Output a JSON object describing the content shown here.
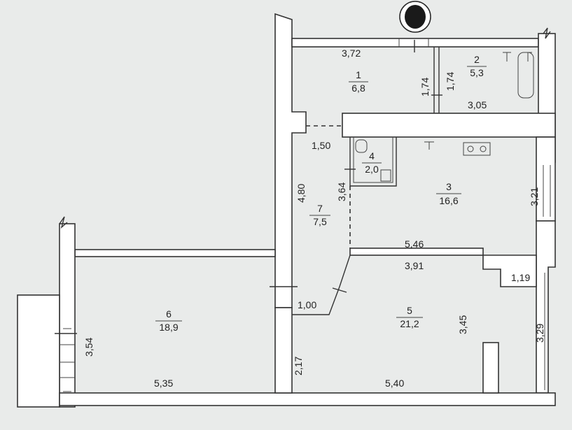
{
  "colors": {
    "paper": "#e9ebea",
    "wall_fill": "#ffffff",
    "ink": "#333333"
  },
  "compass_icon": "compass-dot-icon",
  "rooms": [
    {
      "id": "1",
      "area": "6,8"
    },
    {
      "id": "2",
      "area": "5,3"
    },
    {
      "id": "3",
      "area": "16,6"
    },
    {
      "id": "4",
      "area": "2,0"
    },
    {
      "id": "5",
      "area": "21,2"
    },
    {
      "id": "6",
      "area": "18,9"
    },
    {
      "id": "7",
      "area": "7,5"
    }
  ],
  "dimensions": {
    "hall_top": "3,72",
    "hall_vertical_a": "1,74",
    "hall_vertical_b": "1,74",
    "bath_bottom": "3,05",
    "corridor_top": "1,50",
    "corridor_left": "4,80",
    "corridor_right": "3,64",
    "kitchen_right": "3,21",
    "kitchen_bottom": "5,46",
    "living_top": "3,91",
    "living_niche": "1,19",
    "living_mid": "3,45",
    "living_right": "3,29",
    "living_bottom": "5,40",
    "living_left": "2,17",
    "door_width": "1,00",
    "bedroom_left": "3,54",
    "bedroom_bottom": "5,35"
  }
}
